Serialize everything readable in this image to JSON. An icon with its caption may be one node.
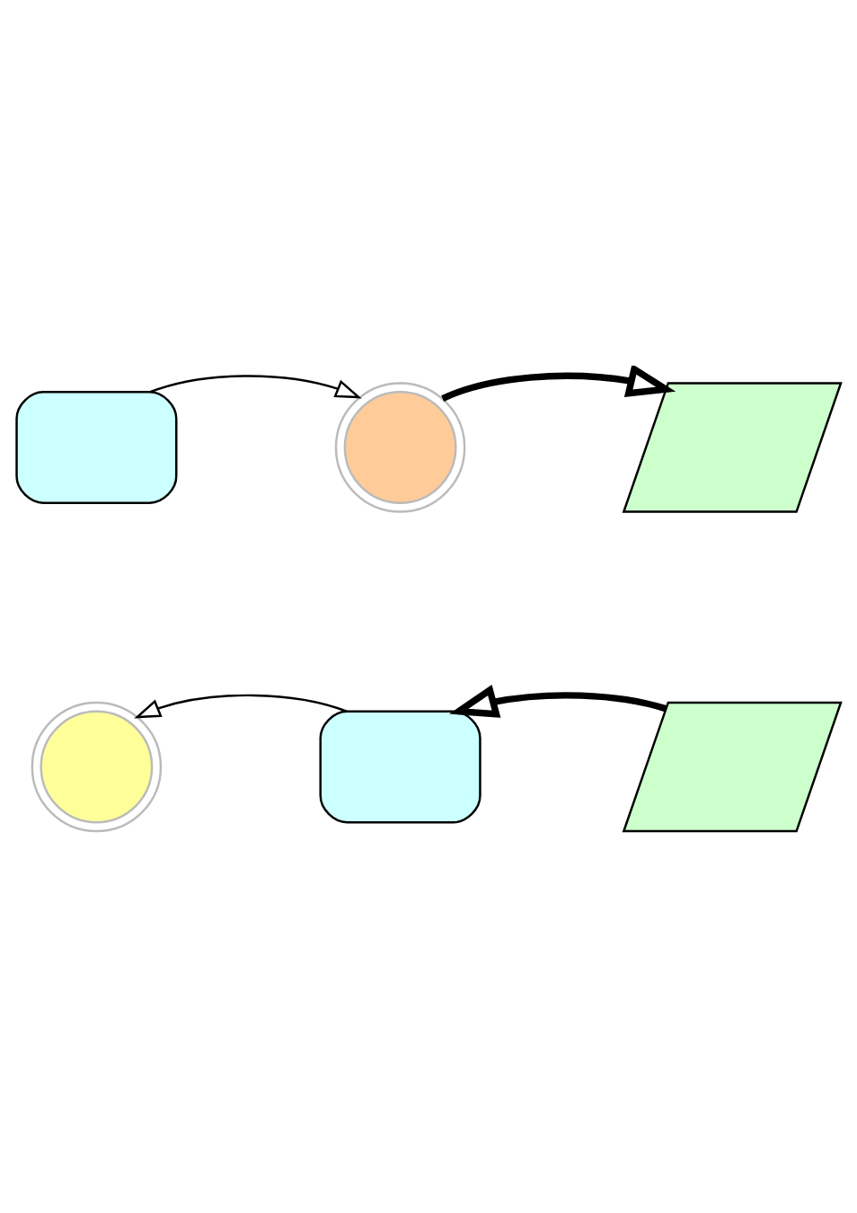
{
  "diagram": {
    "nodes": [
      {
        "text": [],
        "shape": "box"
      },
      {
        "text": [],
        "shape": "circle"
      },
      {
        "text": [],
        "shape": "parallelogram"
      },
      {
        "text": [],
        "shape": "circle"
      },
      {
        "text": [],
        "shape": "box"
      },
      {
        "text": [],
        "shape": "parallelogram"
      }
    ],
    "edges": [
      {
        "from": 0,
        "to": 1,
        "arrow": "to"
      },
      {
        "from": 1,
        "to": 2,
        "arrow": "to",
        "style": "thick"
      },
      {
        "from": 5,
        "to": 4,
        "arrow": "to",
        "style": "thick"
      },
      {
        "from": 4,
        "to": 3,
        "arrow": "to"
      }
    ]
  }
}
